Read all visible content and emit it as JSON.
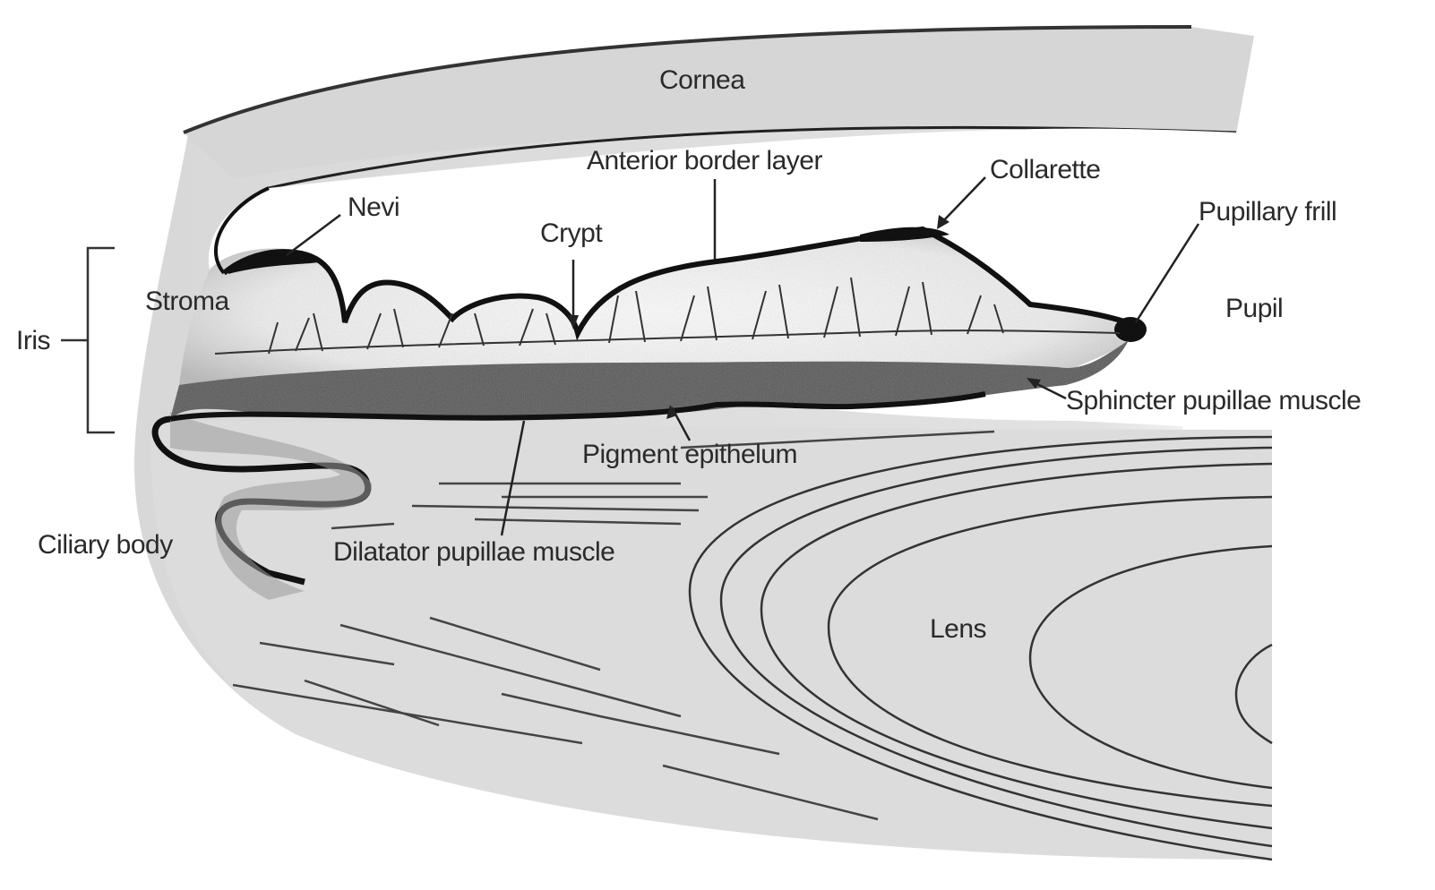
{
  "labels": {
    "cornea": "Cornea",
    "anterior_border_layer": "Anterior border layer",
    "collarette": "Collarette",
    "nevi": "Nevi",
    "crypt": "Crypt",
    "pupillary_frill": "Pupillary frill",
    "stroma": "Stroma",
    "pupil": "Pupil",
    "iris": "Iris",
    "sphincter": "Sphincter pupillae muscle",
    "pigment_epithelium": "Pigment epithelum",
    "ciliary_body": "Ciliary body",
    "dilatator": "Dilatator pupillae muscle",
    "lens": "Lens"
  }
}
